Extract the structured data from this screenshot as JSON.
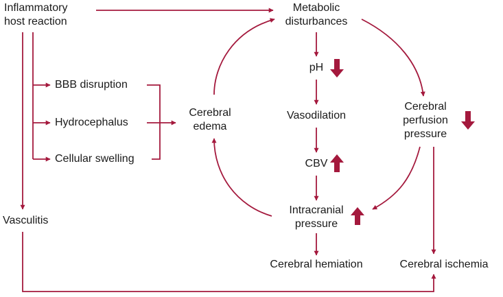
{
  "colors": {
    "arrow": "#a4193d",
    "text": "#1a1a1a"
  },
  "nodes": {
    "inflammatory": [
      "Inflammatory",
      "host reaction"
    ],
    "metabolic": [
      "Metabolic",
      "disturbances"
    ],
    "ph": "pH",
    "vasodilation": "Vasodilation",
    "cbv": "CBV",
    "icp": [
      "Intracranial",
      "pressure"
    ],
    "herniation": "Cerebral hemiation",
    "bbb": "BBB disruption",
    "hydrocephalus": "Hydrocephalus",
    "cellular": "Cellular swelling",
    "edema": [
      "Cerebral",
      "edema"
    ],
    "cpp": [
      "Cerebral",
      "perfusion",
      "pressure"
    ],
    "vasculitis": "Vasculitis",
    "ischemia": "Cerebral ischemia"
  },
  "indicators": {
    "ph": "down-arrow-icon",
    "cbv": "up-arrow-icon",
    "icp": "up-arrow-icon",
    "cpp": "down-arrow-icon"
  }
}
